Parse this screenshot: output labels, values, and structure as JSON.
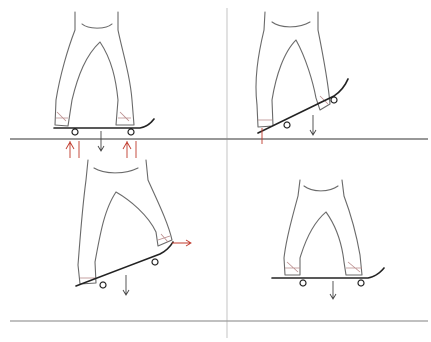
{
  "figure": {
    "background": "#ffffff",
    "panels": [
      {
        "id": "panel-1",
        "phase": "stance"
      },
      {
        "id": "panel-2",
        "phase": "tail-pop"
      },
      {
        "id": "panel-3",
        "phase": "front-foot-slide"
      },
      {
        "id": "panel-4",
        "phase": "level-out"
      }
    ],
    "colors": {
      "ground": "#8a8a8a",
      "outline": "#6a6a6a",
      "board": "#222222",
      "force_arrow": "#444444",
      "accent_arrow": "#c0392b",
      "shoe_detail": "#b88a8a"
    }
  }
}
